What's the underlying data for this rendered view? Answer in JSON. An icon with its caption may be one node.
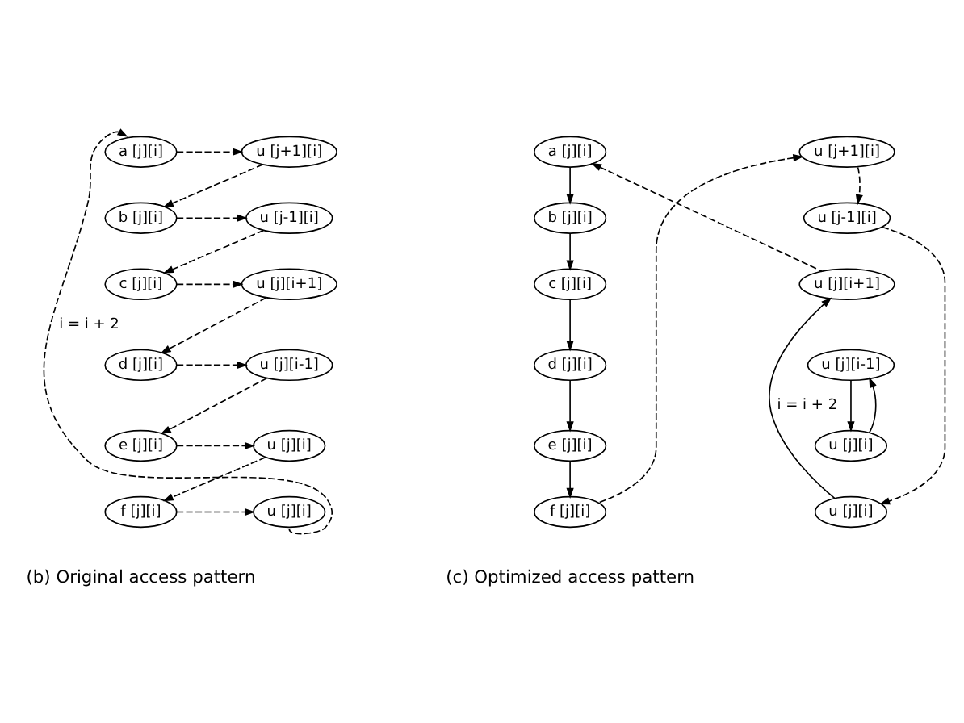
{
  "diagram": {
    "nodes": [
      {
        "text": [
          "a [j][i]"
        ]
      },
      {
        "text": [
          "u [j+1][i]"
        ]
      },
      {
        "text": [
          "b [j][i]"
        ]
      },
      {
        "text": [
          "u [j-1][i]"
        ]
      },
      {
        "text": [
          "c [j][i]"
        ]
      },
      {
        "text": [
          "u [j][i+1]"
        ]
      },
      {
        "text": [
          "d [j][i]"
        ]
      },
      {
        "text": [
          "u [j][i-1]"
        ]
      },
      {
        "text": [
          "e [j][i]"
        ]
      },
      {
        "text": [
          "u [j][i]"
        ]
      },
      {
        "text": [
          "f [j][i]"
        ]
      },
      {
        "text": [
          "u [j][i]"
        ]
      },
      {
        "text": [
          "a [j][i]"
        ]
      },
      {
        "text": [
          "b [j][i]"
        ]
      },
      {
        "text": [
          "c [j][i]"
        ]
      },
      {
        "text": [
          "d [j][i]"
        ]
      },
      {
        "text": [
          "e [j][i]"
        ]
      },
      {
        "text": [
          "f [j][i]"
        ]
      },
      {
        "text": [
          "u [j+1][i]"
        ]
      },
      {
        "text": [
          "u [j-1][i]"
        ]
      },
      {
        "text": [
          "u [j][i+1]"
        ]
      },
      {
        "text": [
          "u [j][i-1]"
        ]
      },
      {
        "text": [
          "u [j][i]"
        ]
      },
      {
        "text": [
          "u [j][i]"
        ]
      }
    ],
    "edges": [
      {
        "from": 0,
        "to": 1,
        "arrow": "to",
        "style": "dashed"
      },
      {
        "from": 1,
        "to": 2,
        "arrow": "to",
        "style": "dashed"
      },
      {
        "from": 2,
        "to": 3,
        "arrow": "to",
        "style": "dashed"
      },
      {
        "from": 3,
        "to": 4,
        "arrow": "to",
        "style": "dashed"
      },
      {
        "from": 4,
        "to": 5,
        "arrow": "to",
        "style": "dashed"
      },
      {
        "from": 5,
        "to": 6,
        "arrow": "to",
        "style": "dashed"
      },
      {
        "from": 6,
        "to": 7,
        "arrow": "to",
        "style": "dashed"
      },
      {
        "from": 7,
        "to": 8,
        "arrow": "to",
        "style": "dashed"
      },
      {
        "from": 8,
        "to": 9,
        "arrow": "to",
        "style": "dashed"
      },
      {
        "from": 9,
        "to": 10,
        "arrow": "to",
        "style": "dashed"
      },
      {
        "from": 10,
        "to": 11,
        "arrow": "to",
        "style": "dashed"
      },
      {
        "from": 11,
        "to": 0,
        "arrow": "to",
        "style": "dashed",
        "label": "i = i + 2"
      },
      {
        "from": 12,
        "to": 13,
        "arrow": "to"
      },
      {
        "from": 13,
        "to": 14,
        "arrow": "to"
      },
      {
        "from": 14,
        "to": 15,
        "arrow": "to"
      },
      {
        "from": 15,
        "to": 16,
        "arrow": "to"
      },
      {
        "from": 16,
        "to": 17,
        "arrow": "to"
      },
      {
        "from": 17,
        "to": 18,
        "arrow": "to",
        "style": "dashed"
      },
      {
        "from": 18,
        "to": 19,
        "arrow": "to",
        "style": "dashed"
      },
      {
        "from": 19,
        "to": 23,
        "arrow": "to",
        "style": "dashed"
      },
      {
        "from": 20,
        "to": 12,
        "arrow": "to",
        "style": "dashed"
      },
      {
        "from": 21,
        "to": 22,
        "arrow": "to"
      },
      {
        "from": 22,
        "to": 21,
        "arrow": "to"
      },
      {
        "from": 23,
        "to": 20,
        "arrow": "to",
        "label": "i = i + 2"
      }
    ],
    "labels": [
      "(b) Original access pattern",
      "(c) Optimized access pattern"
    ]
  }
}
